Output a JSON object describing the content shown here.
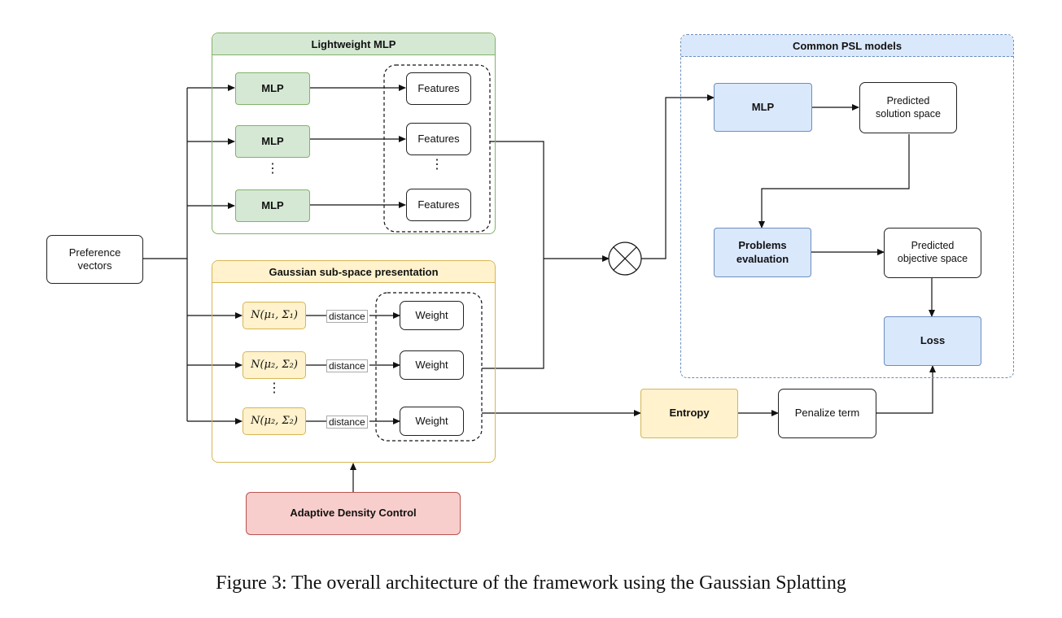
{
  "groups": {
    "lightweight_mlp": "Lightweight MLP",
    "gaussian": "Gaussian sub-space presentation",
    "common_psl": "Common PSL models"
  },
  "inputs": {
    "preference": "Preference\nvectors"
  },
  "mlp_branch": {
    "mlp_label": "MLP",
    "features_label": "Features",
    "dots": "⋮"
  },
  "gauss_branch": {
    "dist1": "N(μ₁, Σ₁)",
    "dist2": "N(μ₂, Σ₂)",
    "dist3": "N(μ₂, Σ₂)",
    "distance_label": "distance",
    "weight_label": "Weight",
    "dots": "⋮"
  },
  "psl": {
    "mlp": "MLP",
    "predicted_solution": "Predicted\nsolution space",
    "problems_eval": "Problems\nevaluation",
    "predicted_objective": "Predicted\nobjective space",
    "loss": "Loss"
  },
  "entropy": "Entropy",
  "penalize": "Penalize term",
  "adc": "Adaptive Density Control",
  "multiply_symbol": "⊗",
  "caption": "Figure 3: The overall architecture of the framework using the Gaussian Splatting",
  "colors": {
    "green_fill": "#d5e8d4",
    "green_stroke": "#82b366",
    "yellow_fill": "#fff2cc",
    "yellow_stroke": "#d6b656",
    "blue_fill": "#dae8fc",
    "blue_stroke": "#6c8ebf",
    "red_fill": "#f8cecc",
    "red_stroke": "#b85450"
  }
}
